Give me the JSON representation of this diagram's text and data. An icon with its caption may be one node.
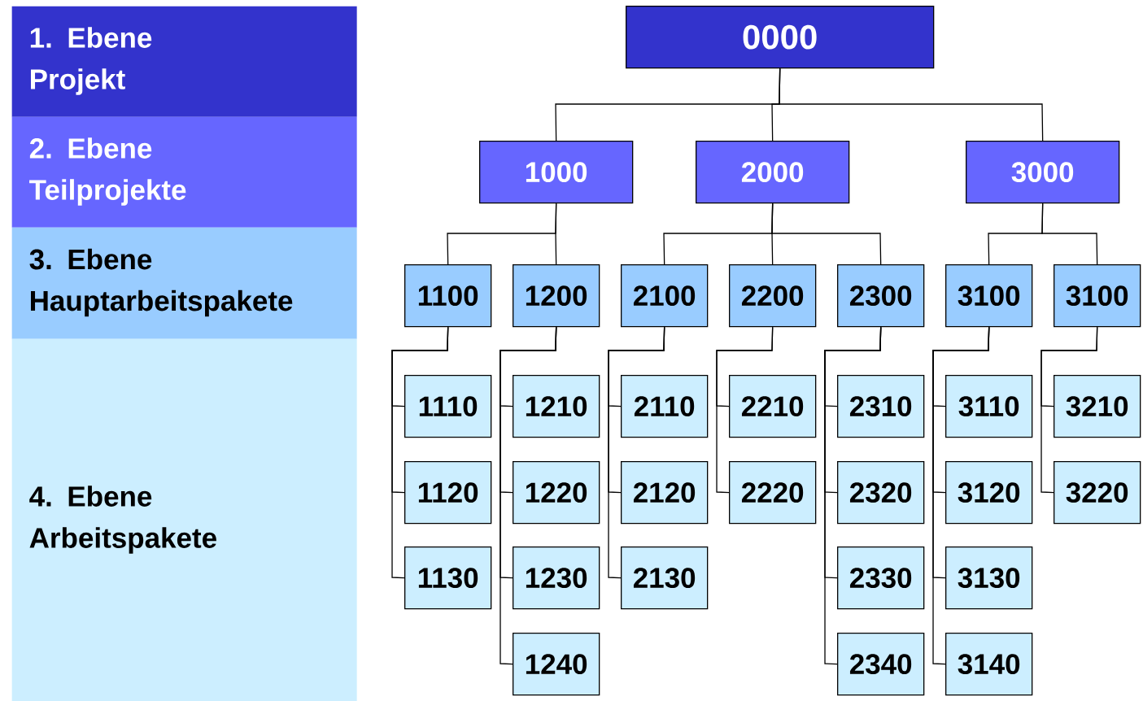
{
  "diagram": {
    "nodes": [
      {
        "text": [
          "1. Ebene",
          "Projekt"
        ]
      },
      {
        "text": [
          "2. Ebene",
          "Teilprojekte"
        ]
      },
      {
        "text": [
          "3. Ebene",
          "Hauptarbeitspakete"
        ]
      },
      {
        "text": [
          "4. Ebene",
          "Arbeitspakete"
        ]
      },
      {
        "text": [
          "0000"
        ]
      },
      {
        "text": [
          "1000"
        ]
      },
      {
        "text": [
          "2000"
        ]
      },
      {
        "text": [
          "3000"
        ]
      },
      {
        "text": [
          "1100"
        ]
      },
      {
        "text": [
          "1200"
        ]
      },
      {
        "text": [
          "2100"
        ]
      },
      {
        "text": [
          "2200"
        ]
      },
      {
        "text": [
          "2300"
        ]
      },
      {
        "text": [
          "3100"
        ]
      },
      {
        "text": [
          "3100"
        ]
      },
      {
        "text": [
          "1110"
        ]
      },
      {
        "text": [
          "1120"
        ]
      },
      {
        "text": [
          "1130"
        ]
      },
      {
        "text": [
          "1210"
        ]
      },
      {
        "text": [
          "1220"
        ]
      },
      {
        "text": [
          "1230"
        ]
      },
      {
        "text": [
          "1240"
        ]
      },
      {
        "text": [
          "2110"
        ]
      },
      {
        "text": [
          "2120"
        ]
      },
      {
        "text": [
          "2130"
        ]
      },
      {
        "text": [
          "2210"
        ]
      },
      {
        "text": [
          "2220"
        ]
      },
      {
        "text": [
          "2310"
        ]
      },
      {
        "text": [
          "2320"
        ]
      },
      {
        "text": [
          "2330"
        ]
      },
      {
        "text": [
          "2340"
        ]
      },
      {
        "text": [
          "3110"
        ]
      },
      {
        "text": [
          "3120"
        ]
      },
      {
        "text": [
          "3130"
        ]
      },
      {
        "text": [
          "3140"
        ]
      },
      {
        "text": [
          "3210"
        ]
      },
      {
        "text": [
          "3220"
        ]
      }
    ],
    "edges": [
      {
        "from": 4,
        "to": 5,
        "arrow": "none"
      },
      {
        "from": 4,
        "to": 6,
        "arrow": "none"
      },
      {
        "from": 4,
        "to": 7,
        "arrow": "none"
      },
      {
        "from": 5,
        "to": 8,
        "arrow": "none"
      },
      {
        "from": 5,
        "to": 9,
        "arrow": "none"
      },
      {
        "from": 6,
        "to": 10,
        "arrow": "none"
      },
      {
        "from": 6,
        "to": 11,
        "arrow": "none"
      },
      {
        "from": 6,
        "to": 12,
        "arrow": "none"
      },
      {
        "from": 7,
        "to": 13,
        "arrow": "none"
      },
      {
        "from": 7,
        "to": 14,
        "arrow": "none"
      },
      {
        "from": 8,
        "to": 15,
        "arrow": "none"
      },
      {
        "from": 8,
        "to": 16,
        "arrow": "none"
      },
      {
        "from": 8,
        "to": 17,
        "arrow": "none"
      },
      {
        "from": 9,
        "to": 18,
        "arrow": "none"
      },
      {
        "from": 9,
        "to": 19,
        "arrow": "none"
      },
      {
        "from": 9,
        "to": 20,
        "arrow": "none"
      },
      {
        "from": 9,
        "to": 21,
        "arrow": "none"
      },
      {
        "from": 10,
        "to": 22,
        "arrow": "none"
      },
      {
        "from": 10,
        "to": 23,
        "arrow": "none"
      },
      {
        "from": 10,
        "to": 24,
        "arrow": "none"
      },
      {
        "from": 11,
        "to": 25,
        "arrow": "none"
      },
      {
        "from": 11,
        "to": 26,
        "arrow": "none"
      },
      {
        "from": 12,
        "to": 27,
        "arrow": "none"
      },
      {
        "from": 12,
        "to": 28,
        "arrow": "none"
      },
      {
        "from": 12,
        "to": 29,
        "arrow": "none"
      },
      {
        "from": 12,
        "to": 30,
        "arrow": "none"
      },
      {
        "from": 13,
        "to": 31,
        "arrow": "none"
      },
      {
        "from": 13,
        "to": 32,
        "arrow": "none"
      },
      {
        "from": 13,
        "to": 33,
        "arrow": "none"
      },
      {
        "from": 13,
        "to": 34,
        "arrow": "none"
      },
      {
        "from": 14,
        "to": 35,
        "arrow": "none"
      },
      {
        "from": 14,
        "to": 36,
        "arrow": "none"
      }
    ]
  }
}
